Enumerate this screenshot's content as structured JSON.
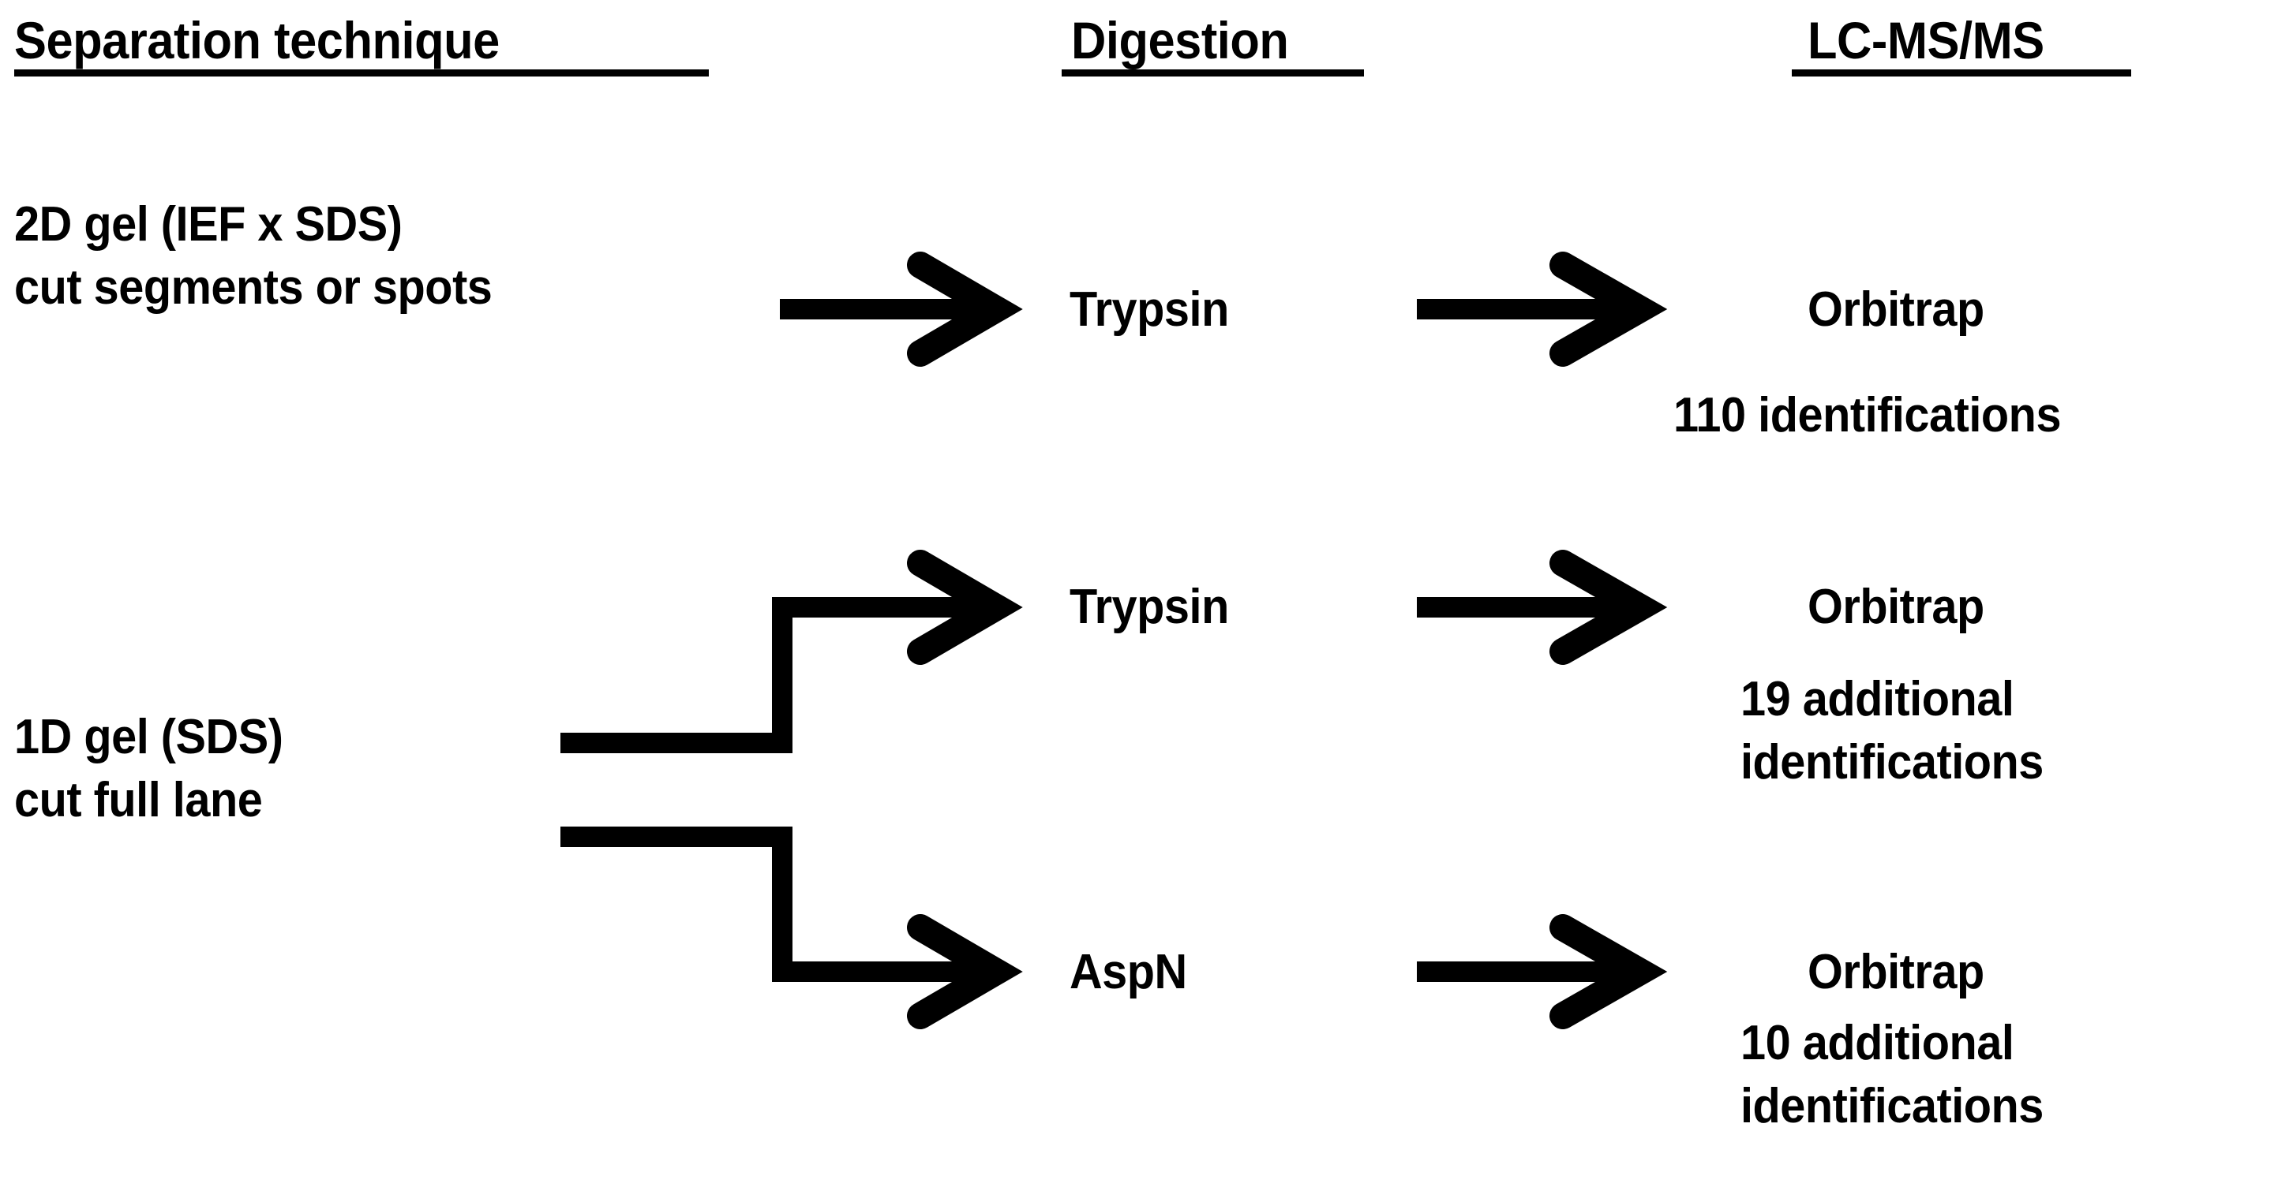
{
  "diagram": {
    "title_row": {
      "separation": "Separation technique",
      "digestion": "Digestion",
      "lcmsms": "LC-MS/MS"
    },
    "colors": {
      "ink": "#000000",
      "background": "#ffffff"
    },
    "rows": [
      {
        "id": "row-2d-gel",
        "separation_line1": "2D gel (IEF x SDS)",
        "separation_line2": "cut segments or spots",
        "digestion": "Trypsin",
        "instrument": "Orbitrap",
        "result_line1": "110 identifications",
        "result_line2": "",
        "count": 110,
        "count_unit": "identifications"
      },
      {
        "id": "row-1d-gel-trypsin",
        "separation_line1": "1D gel (SDS)",
        "separation_line2": "cut full lane",
        "digestion": "Trypsin",
        "instrument": "Orbitrap",
        "result_line1": "19 additional",
        "result_line2": "identifications",
        "count": 19,
        "count_unit": "additional identifications"
      },
      {
        "id": "row-1d-gel-aspn",
        "separation_line1": "",
        "separation_line2": "",
        "digestion": "AspN",
        "instrument": "Orbitrap",
        "result_line1": "10 additional",
        "result_line2": "identifications",
        "count": 10,
        "count_unit": "additional identifications"
      }
    ],
    "arrows": [
      {
        "name": "arrow-2dgel-to-trypsin",
        "kind": "straight"
      },
      {
        "name": "arrow-trypsin-to-orbitrap-1",
        "kind": "straight"
      },
      {
        "name": "arrow-1dgel-branch-up-to-trypsin",
        "kind": "elbow-up"
      },
      {
        "name": "arrow-trypsin-to-orbitrap-2",
        "kind": "straight"
      },
      {
        "name": "arrow-1dgel-branch-down-to-aspn",
        "kind": "elbow-down"
      },
      {
        "name": "arrow-aspn-to-orbitrap",
        "kind": "straight"
      }
    ]
  }
}
